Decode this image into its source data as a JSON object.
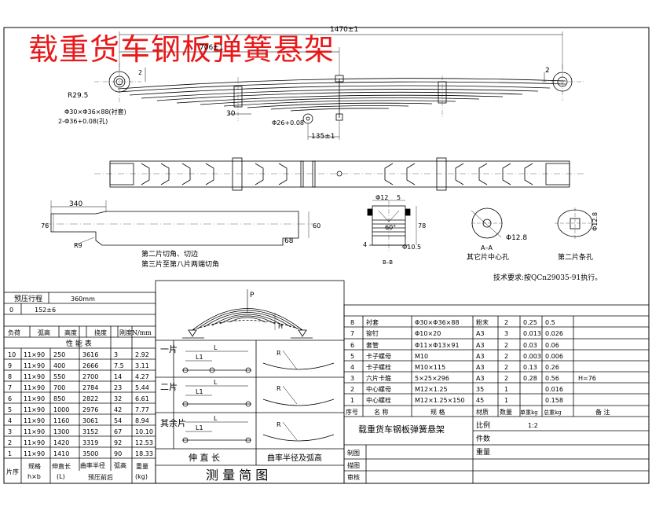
{
  "title": "载重货车钢板弹簧悬架",
  "dims": {
    "overall_length": "1470±1",
    "half_length": "706±1",
    "eye_radius": "R29.5",
    "dim_2a": "2",
    "dim_2b": "2",
    "bushing": "Φ30×Φ36×88(衬套)",
    "holes": "2-Φ36+0.08(孔)",
    "clip_width": "30",
    "center_bolt": "Φ26+0.08",
    "center_offset": "135±1",
    "cut_len": "340",
    "width_76": "76",
    "depth_60": "60",
    "tail_68": "68",
    "r9": "R9",
    "sec_912": "Φ12",
    "sec_5": "5",
    "sec_60deg": "60°",
    "sec_78": "78",
    "sec_4": "4",
    "sec_108": "Φ10.5",
    "sec_label": "B–B",
    "aa_label": "A–A",
    "hole_128": "Φ12.8",
    "slot_128": "Φ12.8",
    "center_hole_note": "其它片中心孔",
    "slot_note": "第二片条孔"
  },
  "notes": {
    "cut_1": "第二片切角、切边",
    "cut_2": "第三片至第八片两端切角",
    "tech": "技术要求:按QCn29035-91执行。"
  },
  "spec_table": {
    "preload_label": "预压行程",
    "preload_value": "360mm",
    "row0_a": "0",
    "row0_b": "152±6",
    "h_load": "负荷",
    "h_height": "弧高",
    "h_hgt": "高度",
    "h_deflect": "挠度",
    "h_stiff": "刚度N/mm",
    "perf_title": "性 能 表",
    "rows": [
      {
        "no": "10",
        "size": "11×90",
        "len": "250",
        "r": "3616",
        "h": "3",
        "w": "2.92"
      },
      {
        "no": "9",
        "size": "11×90",
        "len": "400",
        "r": "2666",
        "h": "7.5",
        "w": "3.11"
      },
      {
        "no": "8",
        "size": "11×90",
        "len": "550",
        "r": "2700",
        "h": "14",
        "w": "4.27"
      },
      {
        "no": "7",
        "size": "11×90",
        "len": "700",
        "r": "2784",
        "h": "23",
        "w": "5.44"
      },
      {
        "no": "6",
        "size": "11×90",
        "len": "850",
        "r": "2822",
        "h": "32",
        "w": "6.61"
      },
      {
        "no": "5",
        "size": "11×90",
        "len": "1000",
        "r": "2976",
        "h": "42",
        "w": "7.77"
      },
      {
        "no": "4",
        "size": "11×90",
        "len": "1160",
        "r": "3061",
        "h": "54",
        "w": "8.94"
      },
      {
        "no": "3",
        "size": "11×90",
        "len": "1300",
        "r": "3152",
        "h": "67",
        "w": "10.10"
      },
      {
        "no": "2",
        "size": "11×90",
        "len": "1420",
        "r": "3319",
        "h": "92",
        "w": "12.53"
      },
      {
        "no": "1",
        "size": "11×90",
        "len": "1410",
        "r": "3500",
        "h": "90",
        "w": "18.33"
      }
    ],
    "f_no": "片序",
    "f_size": "规格",
    "f_size2": "h×b",
    "f_len": "伸直长",
    "f_len2": "(L)",
    "f_r": "曲率半径",
    "f_h": "弧高",
    "f_pre": "预压前后",
    "f_w": "重量",
    "f_w2": "(kg)"
  },
  "measure": {
    "load": "P",
    "leaf1": "一片",
    "leaf2": "二片",
    "leafo": "其余片",
    "L": "L",
    "L1": "L1",
    "R": "R",
    "H": "H",
    "len_label": "伸 直 长",
    "curv_label": "曲率半径及弧高",
    "caption": "测 量 简 图"
  },
  "bom": {
    "rows": [
      {
        "no": "8",
        "name": "衬套",
        "spec": "Φ30×Φ36×88",
        "mat": "粉末",
        "qty": "2",
        "uw": "0.25",
        "tw": "0.5",
        "note": ""
      },
      {
        "no": "7",
        "name": "铆钉",
        "spec": "Φ10×20",
        "mat": "A3",
        "qty": "3",
        "uw": "0.013",
        "tw": "0.026",
        "note": ""
      },
      {
        "no": "6",
        "name": "套管",
        "spec": "Φ11×Φ13×91",
        "mat": "A3",
        "qty": "2",
        "uw": "0.03",
        "tw": "0.06",
        "note": ""
      },
      {
        "no": "5",
        "name": "卡子螺母",
        "spec": "M10",
        "mat": "A3",
        "qty": "2",
        "uw": "0.003",
        "tw": "0.006",
        "note": ""
      },
      {
        "no": "4",
        "name": "卡子螺栓",
        "spec": "M10×115",
        "mat": "A3",
        "qty": "2",
        "uw": "0.13",
        "tw": "0.26",
        "note": ""
      },
      {
        "no": "3",
        "name": "六片卡箍",
        "spec": "5×25×296",
        "mat": "A3",
        "qty": "2",
        "uw": "0.28",
        "tw": "0.56",
        "note": "H=76"
      },
      {
        "no": "2",
        "name": "中心螺母",
        "spec": "M12×1.25",
        "mat": "35",
        "qty": "1",
        "uw": "",
        "tw": "0.016",
        "note": ""
      },
      {
        "no": "1",
        "name": "中心螺栓",
        "spec": "M12×1.25×150",
        "mat": "45",
        "qty": "1",
        "uw": "",
        "tw": "0.158",
        "note": ""
      }
    ],
    "h_no": "序号",
    "h_name": "名 称",
    "h_spec": "规 格",
    "h_mat": "材质",
    "h_qty": "数量",
    "h_uw": "单重kg",
    "h_tw": "总重kg",
    "h_note": "备 注",
    "name_title": "载重货车钢板弹簧悬架",
    "ratio_label": "比例",
    "ratio": "1:2",
    "count_label": "件数",
    "weight_label": "重量",
    "draw": "制图",
    "trace": "描图",
    "review": "审核"
  }
}
